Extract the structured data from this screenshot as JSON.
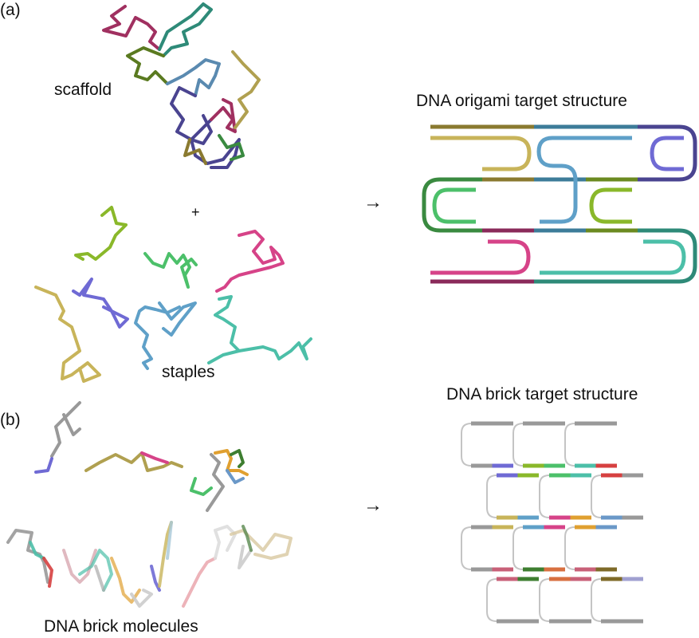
{
  "panel_a": {
    "label": "(a)",
    "scaffold_label": "scaffold",
    "plus": "+",
    "staples_label": "staples",
    "arrow": "→",
    "target_title": "DNA origami target structure"
  },
  "panel_b": {
    "label": "(b)",
    "molecules_label": "DNA brick molecules",
    "arrow": "→",
    "target_title": "DNA brick target structure"
  },
  "colors": {
    "gray": "#999999",
    "purple": "#6f6ad4",
    "lime": "#8ab82a",
    "green": "#4cc06a",
    "teal": "#4cbfa8",
    "red": "#d64040",
    "yellow": "#c8b45a",
    "blue": "#5fa0c8",
    "pink": "#d64388",
    "orange": "#e0a030",
    "steel": "#6a98c8",
    "mauve": "#c86078",
    "darkgreen": "#3e7e30",
    "rust": "#d87040",
    "brown": "#7e6a28",
    "lavender": "#a0a0d0"
  }
}
